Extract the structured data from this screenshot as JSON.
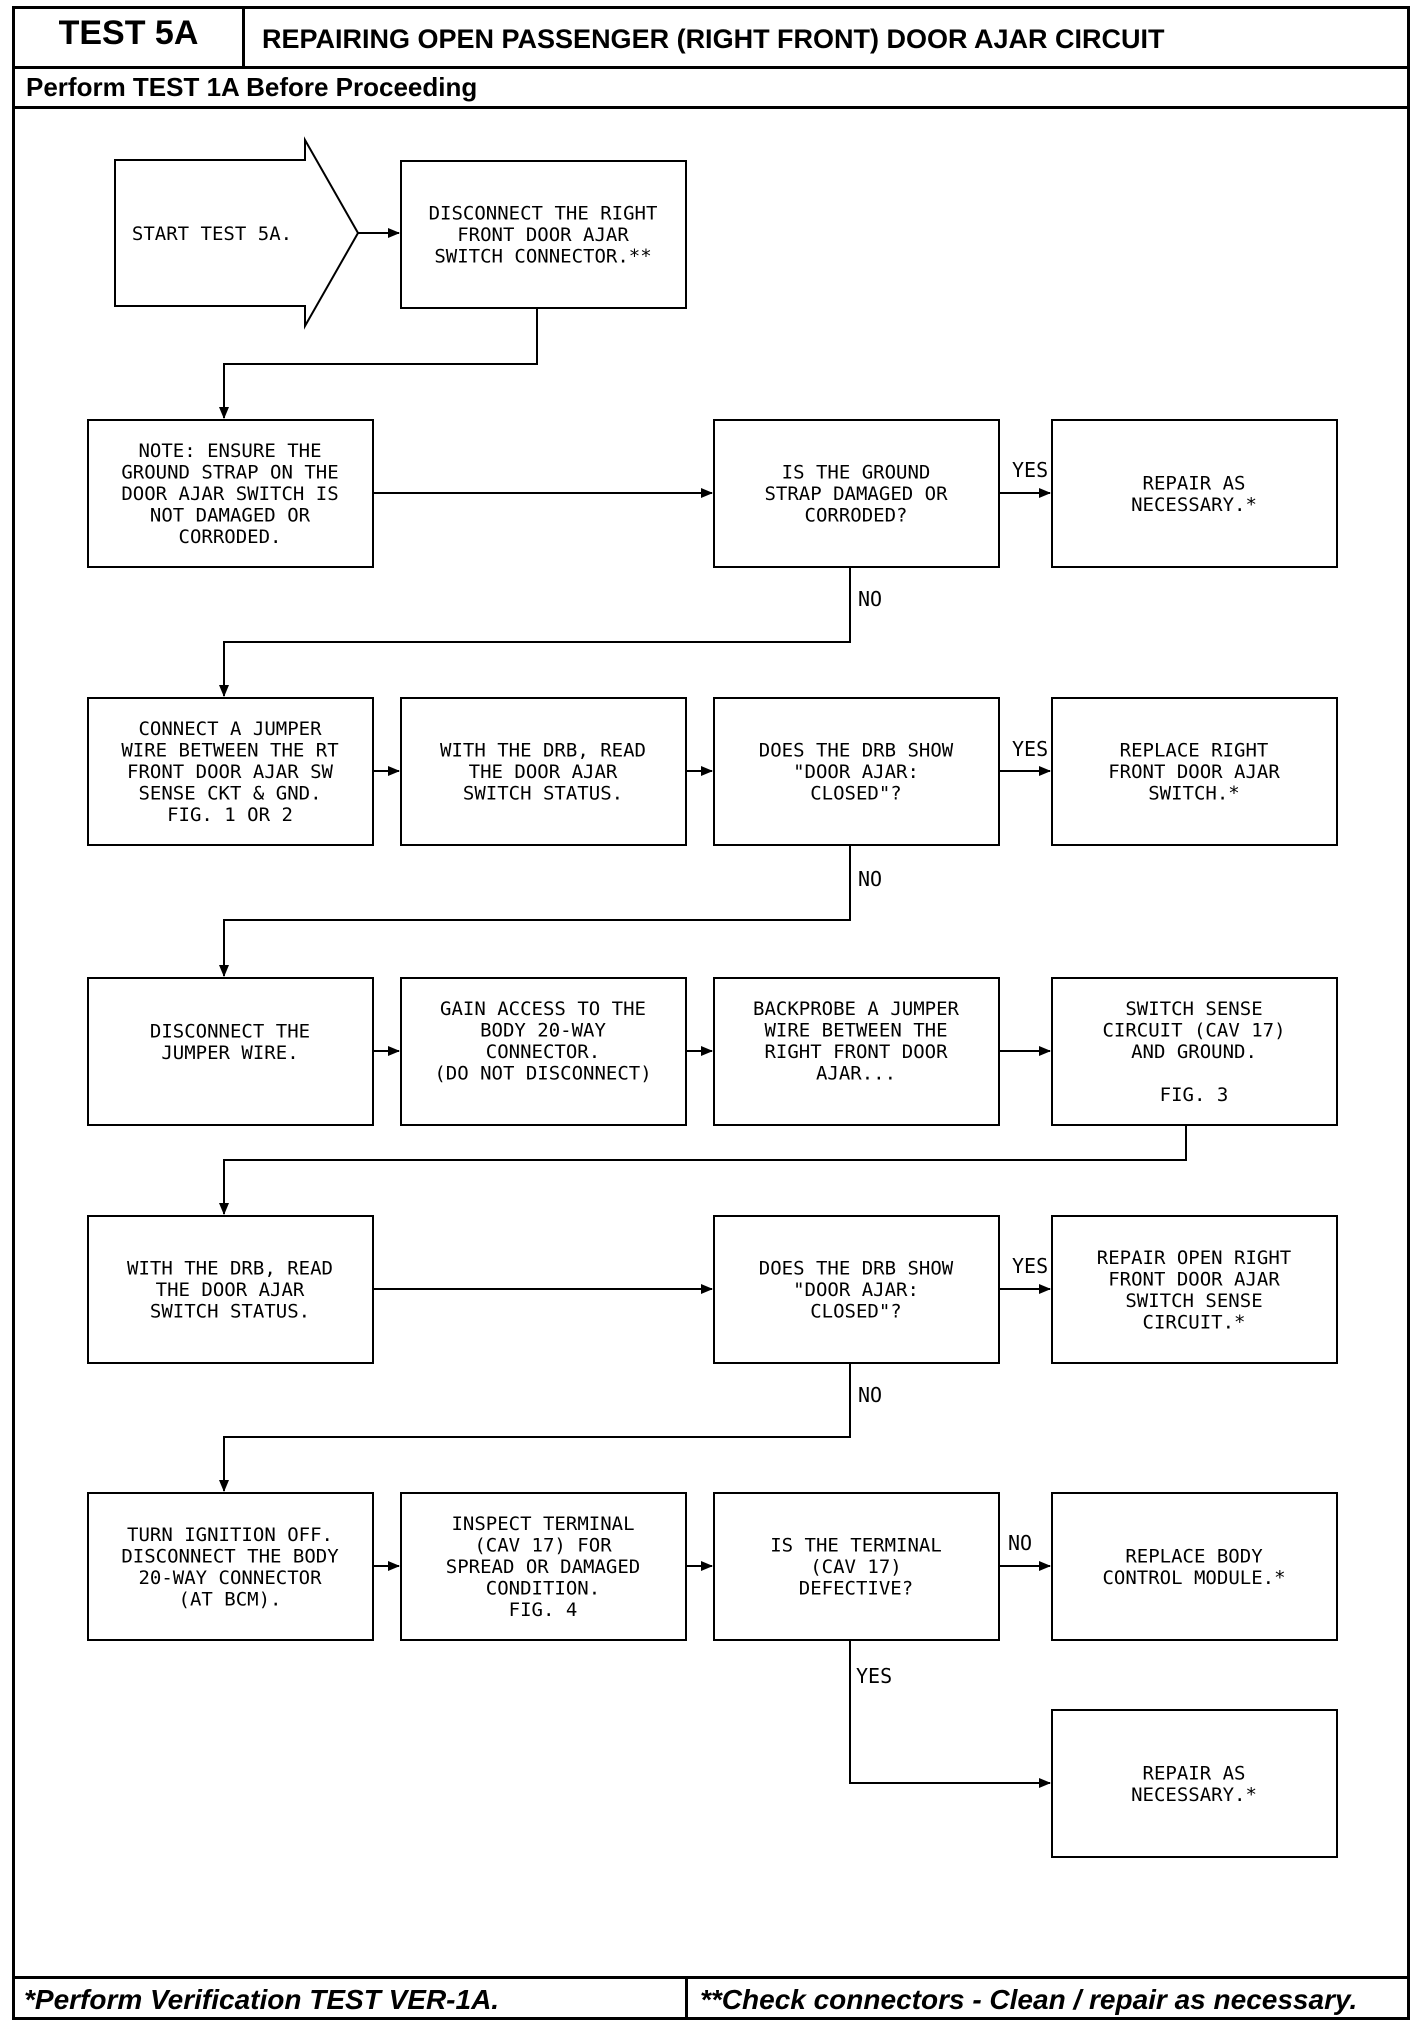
{
  "header": {
    "test_label": "TEST 5A",
    "title": "REPAIRING OPEN PASSENGER (RIGHT FRONT) DOOR AJAR CIRCUIT",
    "subtitle": "Perform TEST 1A Before Proceeding"
  },
  "flow": {
    "start": [
      "START TEST 5A."
    ],
    "disconnect_switch": [
      "DISCONNECT THE RIGHT",
      "FRONT DOOR AJAR",
      "SWITCH CONNECTOR.**"
    ],
    "note_ground": [
      "NOTE: ENSURE THE",
      "GROUND STRAP ON THE",
      "DOOR AJAR SWITCH IS",
      "NOT DAMAGED OR",
      "CORRODED."
    ],
    "q_ground_strap": [
      "IS THE GROUND",
      "STRAP DAMAGED OR",
      "CORRODED?"
    ],
    "repair_strap": [
      "REPAIR AS",
      "NECESSARY.*"
    ],
    "connect_jumper": [
      "CONNECT A JUMPER",
      "WIRE BETWEEN THE RT",
      "FRONT DOOR AJAR SW",
      "SENSE CKT & GND.",
      "FIG. 1 OR 2"
    ],
    "read_status_1": [
      "WITH THE DRB, READ",
      "THE DOOR AJAR",
      "SWITCH STATUS."
    ],
    "q_drb_1": [
      "DOES THE DRB SHOW",
      "\"DOOR AJAR:",
      "CLOSED\"?"
    ],
    "replace_switch": [
      "REPLACE RIGHT",
      "FRONT DOOR AJAR",
      "SWITCH.*"
    ],
    "disconnect_jumper": [
      "DISCONNECT THE",
      "JUMPER WIRE."
    ],
    "gain_access": [
      "GAIN ACCESS TO THE",
      "BODY 20-WAY",
      "CONNECTOR.",
      "(DO NOT DISCONNECT)"
    ],
    "backprobe": [
      "BACKPROBE A JUMPER",
      "WIRE BETWEEN THE",
      "RIGHT FRONT DOOR",
      "AJAR..."
    ],
    "switch_sense": [
      "SWITCH SENSE",
      "CIRCUIT (CAV 17)",
      "AND GROUND.",
      "",
      "FIG. 3"
    ],
    "read_status_2": [
      "WITH THE DRB, READ",
      "THE DOOR AJAR",
      "SWITCH STATUS."
    ],
    "q_drb_2": [
      "DOES THE DRB SHOW",
      "\"DOOR AJAR:",
      "CLOSED\"?"
    ],
    "repair_open": [
      "REPAIR OPEN RIGHT",
      "FRONT DOOR AJAR",
      "SWITCH SENSE",
      "CIRCUIT.*"
    ],
    "ignition_off": [
      "TURN IGNITION OFF.",
      "DISCONNECT THE BODY",
      "20-WAY CONNECTOR",
      "(AT BCM)."
    ],
    "inspect_terminal": [
      "INSPECT TERMINAL",
      "(CAV 17) FOR",
      "SPREAD OR DAMAGED",
      "CONDITION.",
      "FIG. 4"
    ],
    "q_terminal": [
      "IS THE TERMINAL",
      "(CAV 17)",
      "DEFECTIVE?"
    ],
    "replace_bcm": [
      "REPLACE BODY",
      "CONTROL MODULE.*"
    ],
    "repair_terminal": [
      "REPAIR AS",
      "NECESSARY.*"
    ]
  },
  "labels": {
    "yes": "YES",
    "no": "NO"
  },
  "footer": {
    "left": "*Perform Verification TEST VER-1A.",
    "right": "**Check connectors - Clean / repair as necessary."
  }
}
